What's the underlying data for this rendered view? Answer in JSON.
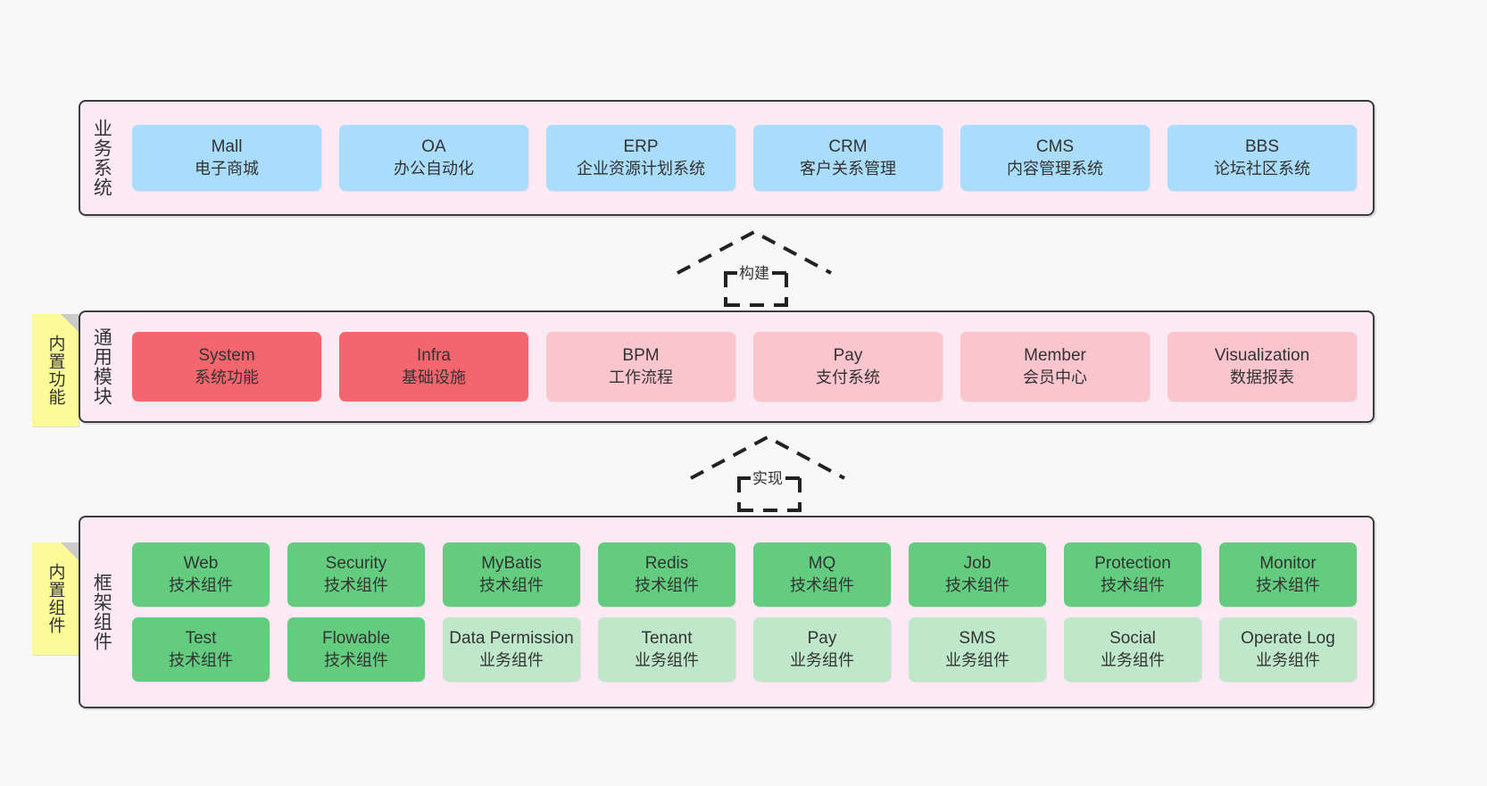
{
  "diagram": {
    "background_color": "#f8f8f8",
    "layer_bg_color": "#fbeaf4",
    "note_color": "#fbfb99",
    "colors": {
      "blue": "#aadcfb",
      "red": "#f4666e",
      "pink": "#fbc5ce",
      "green": "#63cc7f",
      "green_light": "#bfe8ca"
    }
  },
  "layers": [
    {
      "id": "business",
      "title": "业务系统",
      "rows": [
        [
          {
            "en": "Mall",
            "cn": "电子商城",
            "style": "blue"
          },
          {
            "en": "OA",
            "cn": "办公自动化",
            "style": "blue"
          },
          {
            "en": "ERP",
            "cn": "企业资源计划系统",
            "style": "blue"
          },
          {
            "en": "CRM",
            "cn": "客户关系管理",
            "style": "blue"
          },
          {
            "en": "CMS",
            "cn": "内容管理系统",
            "style": "blue"
          },
          {
            "en": "BBS",
            "cn": "论坛社区系统",
            "style": "blue"
          }
        ]
      ]
    },
    {
      "id": "common",
      "title": "通用模块",
      "rows": [
        [
          {
            "en": "System",
            "cn": "系统功能",
            "style": "red"
          },
          {
            "en": "Infra",
            "cn": "基础设施",
            "style": "red"
          },
          {
            "en": "BPM",
            "cn": "工作流程",
            "style": "pink"
          },
          {
            "en": "Pay",
            "cn": "支付系统",
            "style": "pink"
          },
          {
            "en": "Member",
            "cn": "会员中心",
            "style": "pink"
          },
          {
            "en": "Visualization",
            "cn": "数据报表",
            "style": "pink"
          }
        ]
      ]
    },
    {
      "id": "framework",
      "title": "框架组件",
      "rows": [
        [
          {
            "en": "Web",
            "cn": "技术组件",
            "style": "green"
          },
          {
            "en": "Security",
            "cn": "技术组件",
            "style": "green"
          },
          {
            "en": "MyBatis",
            "cn": "技术组件",
            "style": "green"
          },
          {
            "en": "Redis",
            "cn": "技术组件",
            "style": "green"
          },
          {
            "en": "MQ",
            "cn": "技术组件",
            "style": "green"
          },
          {
            "en": "Job",
            "cn": "技术组件",
            "style": "green"
          },
          {
            "en": "Protection",
            "cn": "技术组件",
            "style": "green"
          },
          {
            "en": "Monitor",
            "cn": "技术组件",
            "style": "green"
          }
        ],
        [
          {
            "en": "Test",
            "cn": "技术组件",
            "style": "green"
          },
          {
            "en": "Flowable",
            "cn": "技术组件",
            "style": "green"
          },
          {
            "en": "Data Permission",
            "cn": "业务组件",
            "style": "green_light"
          },
          {
            "en": "Tenant",
            "cn": "业务组件",
            "style": "green_light"
          },
          {
            "en": "Pay",
            "cn": "业务组件",
            "style": "green_light"
          },
          {
            "en": "SMS",
            "cn": "业务组件",
            "style": "green_light"
          },
          {
            "en": "Social",
            "cn": "业务组件",
            "style": "green_light"
          },
          {
            "en": "Operate Log",
            "cn": "业务组件",
            "style": "green_light"
          }
        ]
      ]
    }
  ],
  "notes": [
    {
      "id": "builtin-function",
      "label": "内置功能"
    },
    {
      "id": "builtin-component",
      "label": "内置组件"
    }
  ],
  "arrows": [
    {
      "id": "build",
      "label": "构建"
    },
    {
      "id": "realize",
      "label": "实现"
    }
  ]
}
